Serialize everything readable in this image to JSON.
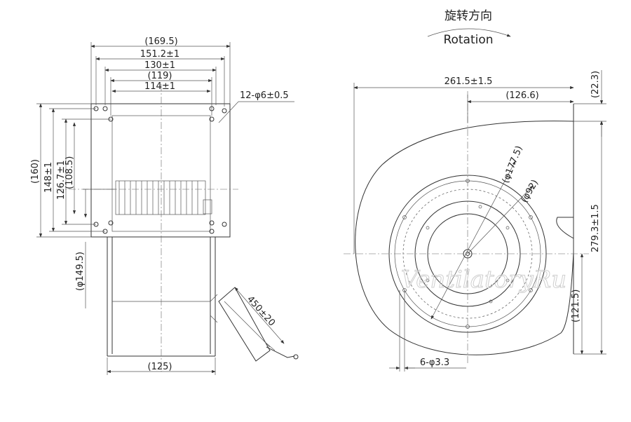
{
  "rotation": {
    "label_cn": "旋转方向",
    "label_en": "Rotation"
  },
  "front_view": {
    "width_overall": "(169.5)",
    "width_151": "151.2±1",
    "width_130": "130±1",
    "width_119": "(119)",
    "width_114": "114±1",
    "holes": "12-φ6±0.5",
    "height_160": "(160)",
    "height_148": "148±1",
    "height_126": "126.7±1",
    "height_108": "(108.5)",
    "diameter_149": "(φ149.5)",
    "bottom_width": "(125)",
    "cable_length": "450±20"
  },
  "side_view": {
    "width_261": "261.5±1.5",
    "width_126": "(126.6)",
    "offset_22": "(22.3)",
    "height_279": "279.3±1.5",
    "height_121": "(121.5)",
    "diameter_177": "(φ177.5)",
    "diameter_92": "(φ92)",
    "holes_6": "6-φ3.3"
  },
  "watermark": "VentilatoryRu"
}
